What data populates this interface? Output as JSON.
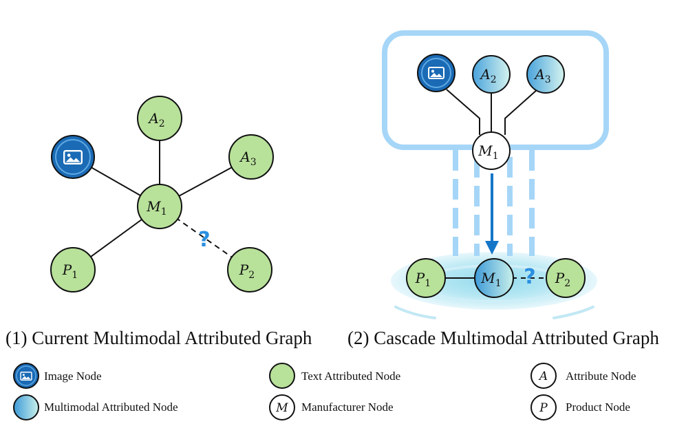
{
  "panel1": {
    "caption": "(1) Current Multimodal Attributed Graph",
    "nodes": [
      {
        "id": "A2",
        "letter": "A",
        "sub": "2"
      },
      {
        "id": "A3",
        "letter": "A",
        "sub": "3"
      },
      {
        "id": "M1",
        "letter": "M",
        "sub": "1"
      },
      {
        "id": "P1",
        "letter": "P",
        "sub": "1"
      },
      {
        "id": "P2",
        "letter": "P",
        "sub": "2"
      }
    ],
    "question": "?"
  },
  "panel2": {
    "caption": "(2) Cascade Multimodal Attributed Graph",
    "nodes": [
      {
        "id": "A2",
        "letter": "A",
        "sub": "2"
      },
      {
        "id": "A3",
        "letter": "A",
        "sub": "3"
      },
      {
        "id": "M1_top",
        "letter": "M",
        "sub": "1"
      },
      {
        "id": "P1",
        "letter": "P",
        "sub": "1"
      },
      {
        "id": "M1_bottom",
        "letter": "M",
        "sub": "1"
      },
      {
        "id": "P2",
        "letter": "P",
        "sub": "2"
      }
    ],
    "question": "?"
  },
  "legend": {
    "image_node": "Image Node",
    "multimodal_node": "Multimodal Attributed Node",
    "text_node": "Text Attributed Node",
    "manufacturer_node": "Manufacturer Node",
    "manufacturer_letter": "M",
    "attribute_node": "Attribute Node",
    "attribute_letter": "A",
    "product_node": "Product Node",
    "product_letter": "P"
  },
  "colors": {
    "text_node_fill": "#b8e19a",
    "image_node_fill": "#1a6ab5",
    "multimodal_gradient_start": "#3e9bd8",
    "multimodal_gradient_end": "#c9f0ea",
    "accent_blue": "#2a8fe0",
    "frame_light_blue": "#a6d6f7"
  }
}
